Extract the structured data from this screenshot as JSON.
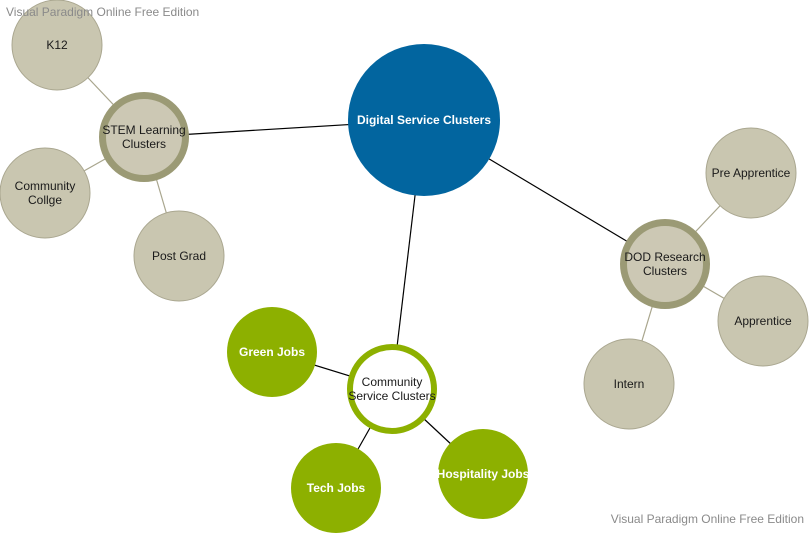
{
  "watermark": {
    "top": "Visual Paradigm Online Free Edition",
    "bottom": "Visual Paradigm Online Free Edition"
  },
  "colors": {
    "main_blue": "#02659f",
    "cluster_ring": "#9b9a75",
    "cluster_fill": "#ccc8b4",
    "leaf_fill": "#c9c6b0",
    "leaf_stroke": "#aaa790",
    "green": "#8db000",
    "green_ring": "#8db000",
    "line_dark": "#000000",
    "line_light": "#a9a68e"
  },
  "nodes": {
    "digital": {
      "lines": [
        "Digital Service Clusters"
      ]
    },
    "stem": {
      "lines": [
        "STEM Learning",
        "Clusters"
      ]
    },
    "k12": {
      "lines": [
        "K12"
      ]
    },
    "community_college": {
      "lines": [
        "Community",
        "Collge"
      ]
    },
    "post_grad": {
      "lines": [
        "Post Grad"
      ]
    },
    "dod": {
      "lines": [
        "DOD Research",
        "Clusters"
      ]
    },
    "pre_apprentice": {
      "lines": [
        "Pre Apprentice"
      ]
    },
    "apprentice": {
      "lines": [
        "Apprentice"
      ]
    },
    "intern": {
      "lines": [
        "Intern"
      ]
    },
    "community_service": {
      "lines": [
        "Community",
        "Service Clusters"
      ]
    },
    "green_jobs": {
      "lines": [
        "Green Jobs"
      ]
    },
    "tech_jobs": {
      "lines": [
        "Tech Jobs"
      ]
    },
    "hospitality_jobs": {
      "lines": [
        "Hospitality Jobs"
      ]
    }
  }
}
